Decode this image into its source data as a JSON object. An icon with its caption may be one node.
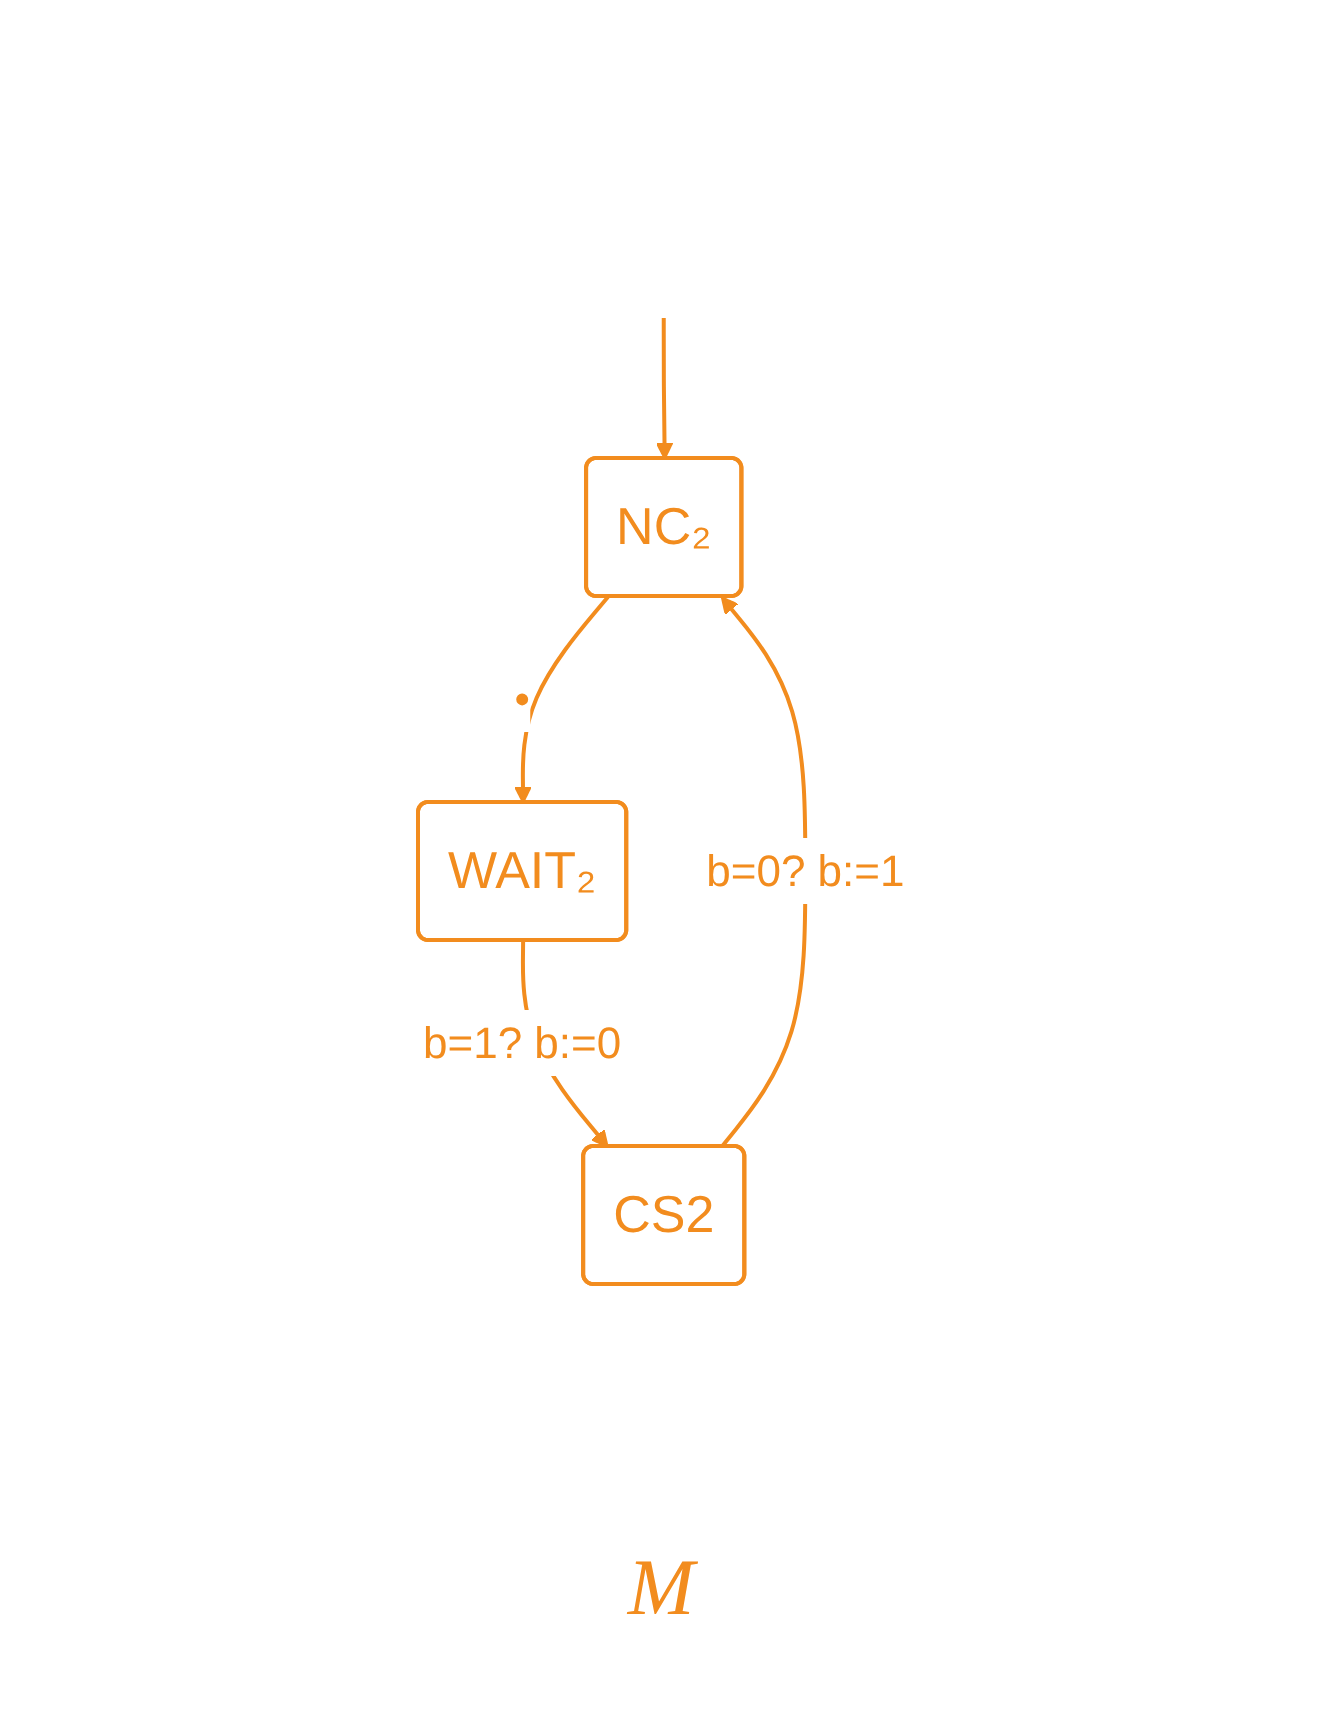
{
  "diagram": {
    "nodes": [
      {
        "text": [
          "NC₂"
        ]
      },
      {
        "text": [
          "WAIT₂"
        ]
      },
      {
        "text": [
          "CS2"
        ]
      }
    ],
    "edges": [
      {
        "from": null,
        "to": 0,
        "arrow": "to"
      },
      {
        "from": 0,
        "to": 1,
        "arrow": "to",
        "label": "•"
      },
      {
        "from": 1,
        "to": 2,
        "arrow": "to",
        "label": "b=1? b:=0"
      },
      {
        "from": 2,
        "to": 0,
        "arrow": "to",
        "label": "b=0? b:=1"
      }
    ],
    "labels": [
      "M"
    ]
  }
}
